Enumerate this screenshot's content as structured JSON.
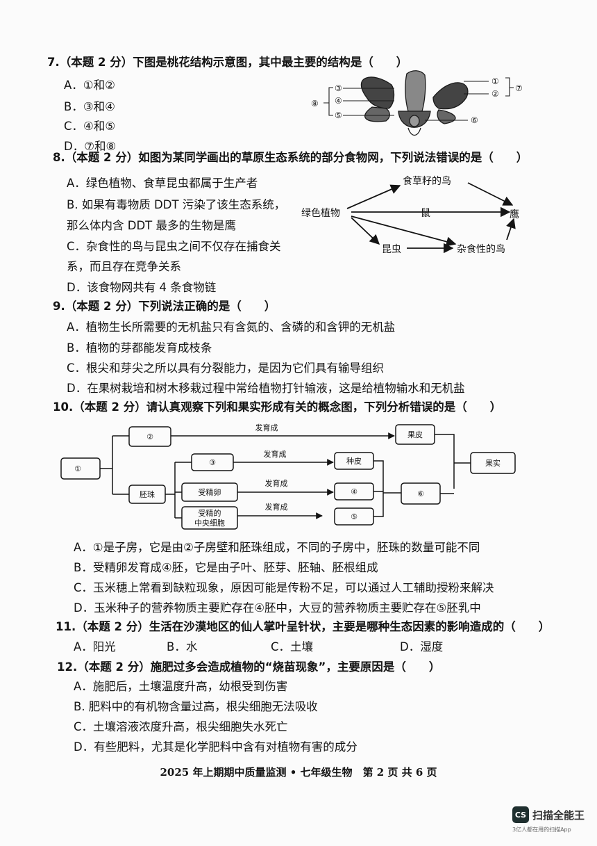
{
  "q7": {
    "stem": "7.（本题 2 分）下图是桃花结构示意图，其中最主要的结构是（　　）",
    "options": [
      "A．①和②",
      "B．③和④",
      "C．④和⑤",
      "D．⑦和⑧"
    ],
    "labels": [
      "①",
      "②",
      "③",
      "④",
      "⑤",
      "⑥",
      "⑦",
      "⑧"
    ]
  },
  "q8": {
    "stem": "8.（本题 2 分）如图为某同学画出的草原生态系统的部分食物网，下列说法错误的是（　　）",
    "options": [
      "A．绿色植物、食草昆虫都属于生产者",
      "B. 如果有毒物质 DDT 污染了该生态系统，",
      "那么体内含 DDT 最多的生物是鹰",
      "C．杂食性的鸟与昆虫之间不仅存在捕食关",
      "系，而且存在竞争关系",
      "D．该食物网共有 4 条食物链"
    ],
    "web": {
      "plant": "绿色植物",
      "seed_bird": "食草籽的鸟",
      "mouse": "鼠",
      "eagle": "鹰",
      "insect": "昆虫",
      "omni_bird": "杂食性的鸟"
    }
  },
  "q9": {
    "stem": "9.（本题 2 分）下列说法正确的是（　　）",
    "options": [
      "A．植物生长所需要的无机盐只有含氮的、含磷的和含钾的无机盐",
      "B．植物的芽都能发育成枝条",
      "C．根尖和芽尖之所以具有分裂能力，是因为它们具有输导组织",
      "D．在果树栽培和树木移栽过程中常给植物打针输液，这是给植物输水和无机盐"
    ]
  },
  "q10": {
    "stem": "10.（本题 2 分）请认真观察下列和果实形成有关的概念图，下列分析错误的是（　　）",
    "diagram": {
      "n1": "①",
      "n2": "②",
      "n3": "③",
      "n4": "④",
      "n5": "⑤",
      "n6": "⑥",
      "ovule": "胚珠",
      "egg": "受精卵",
      "central1": "受精的",
      "central2": "中央细胞",
      "peel": "果皮",
      "seedcoat": "种皮",
      "fruit": "果实",
      "develop": "发育成"
    },
    "options": [
      "A．①是子房，它是由②子房壁和胚珠组成，不同的子房中，胚珠的数量可能不同",
      "B．受精卵发育成④胚，它是由子叶、胚芽、胚轴、胚根组成",
      "C．玉米穗上常看到缺粒现象，原因可能是传粉不足，可以通过人工辅助授粉来解决",
      "D．玉米种子的营养物质主要贮存在④胚中，大豆的营养物质主要贮存在⑤胚乳中"
    ]
  },
  "q11": {
    "stem": "11.（本题 2 分）生活在沙漠地区的仙人掌叶呈针状，主要是哪种生态因素的影响造成的（　　）",
    "options": [
      "A．阳光",
      "B．水",
      "C．土壤",
      "D．湿度"
    ]
  },
  "q12": {
    "stem": "12.（本题 2 分）施肥过多会造成植物的“烧苗现象”，主要原因是（　　）",
    "options": [
      "A．施肥后，土壤温度升高，幼根受到伤害",
      "B. 肥料中的有机物含量过高，根尖细胞无法吸收",
      "C．土壤溶液浓度升高，根尖细胞失水死亡",
      "D．有些肥料，尤其是化学肥料中含有对植物有害的成分"
    ]
  },
  "footer": "2025 年上期期中质量监测 • 七年级生物　第 2 页 共 6 页",
  "watermark": {
    "logo": "CS",
    "name": "扫描全能王",
    "sub": "3亿人都在用的扫描App"
  }
}
